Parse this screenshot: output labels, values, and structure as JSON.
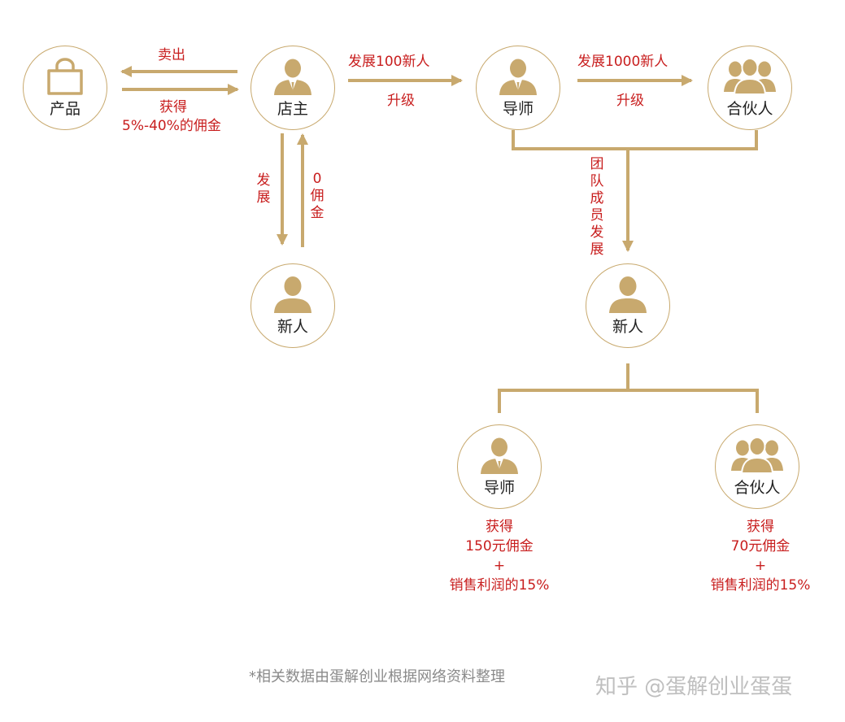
{
  "colors": {
    "gold": "#c8a96e",
    "red": "#c81e1e"
  },
  "nodes": {
    "product": {
      "label": "产品",
      "icon": "shopping-bag-icon"
    },
    "shopkeeper": {
      "label": "店主",
      "icon": "person-suit-icon"
    },
    "mentor_top": {
      "label": "导师",
      "icon": "person-suit-icon"
    },
    "partner_top": {
      "label": "合伙人",
      "icon": "group-icon"
    },
    "newbie_left": {
      "label": "新人",
      "icon": "person-icon"
    },
    "newbie_center": {
      "label": "新人",
      "icon": "person-icon"
    },
    "mentor_bottom": {
      "label": "导师",
      "icon": "person-suit-icon"
    },
    "partner_bottom": {
      "label": "合伙人",
      "icon": "group-icon"
    }
  },
  "edges": {
    "sell": "卖出",
    "earn_line1": "获得",
    "earn_line2": "5%-40%的佣金",
    "develop100": "发展100新人",
    "upgrade1": "升级",
    "develop1000": "发展1000新人",
    "upgrade2": "升级",
    "develop_vertical": "发展",
    "zero_commission": "0佣金",
    "team_develop": "团队成员发展"
  },
  "rewards": {
    "mentor": {
      "line1": "获得",
      "line2": "150元佣金",
      "plus": "+",
      "line3": "销售利润的15%"
    },
    "partner": {
      "line1": "获得",
      "line2": "70元佣金",
      "plus": "+",
      "line3": "销售利润的15%"
    }
  },
  "footnote": "*相关数据由蛋解创业根据网络资料整理",
  "watermark": "知乎 @蛋解创业蛋蛋"
}
